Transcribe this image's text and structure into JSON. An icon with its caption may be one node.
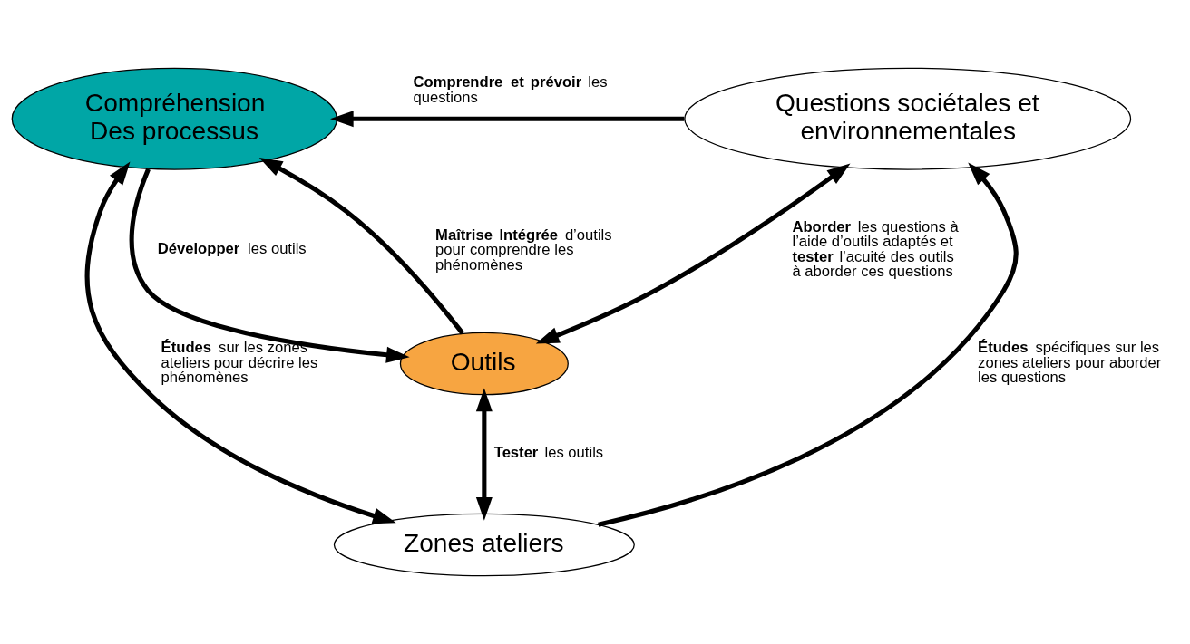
{
  "diagram": {
    "nodes": [
      {
        "text": [
          "Compréhension Des processus"
        ]
      },
      {
        "text": [
          "Questions sociétales et environnementales"
        ]
      },
      {
        "text": [
          "Outils"
        ]
      },
      {
        "text": [
          "Zones ateliers"
        ]
      }
    ],
    "edges": [
      {
        "from": 1,
        "to": 0,
        "arrow": "to",
        "label": "**Comprendre  et prévoir** les questions"
      },
      {
        "from": 0,
        "to": 2,
        "arrow": "to",
        "label": "**Développer** les outils"
      },
      {
        "from": 2,
        "to": 0,
        "arrow": "to",
        "label": "**Maîtrise Intégrée** d’outils pour comprendre les phénomènes"
      },
      {
        "from": 2,
        "to": 1,
        "arrow": "both",
        "label": "**Aborder** les questions à l’aide d’outils adaptés et **tester** l’acuité des outils à aborder ces questions"
      },
      {
        "from": 2,
        "to": 3,
        "arrow": "both",
        "label": "**Tester** les outils"
      },
      {
        "from": 3,
        "to": 1,
        "arrow": "to",
        "label": "**Études** spécifiques sur les zones ateliers pour aborder les questions"
      },
      {
        "from": 0,
        "to": 3,
        "arrow": "both",
        "label": "**Études** sur les zones ateliers pour décrire les phénomènes"
      }
    ]
  }
}
